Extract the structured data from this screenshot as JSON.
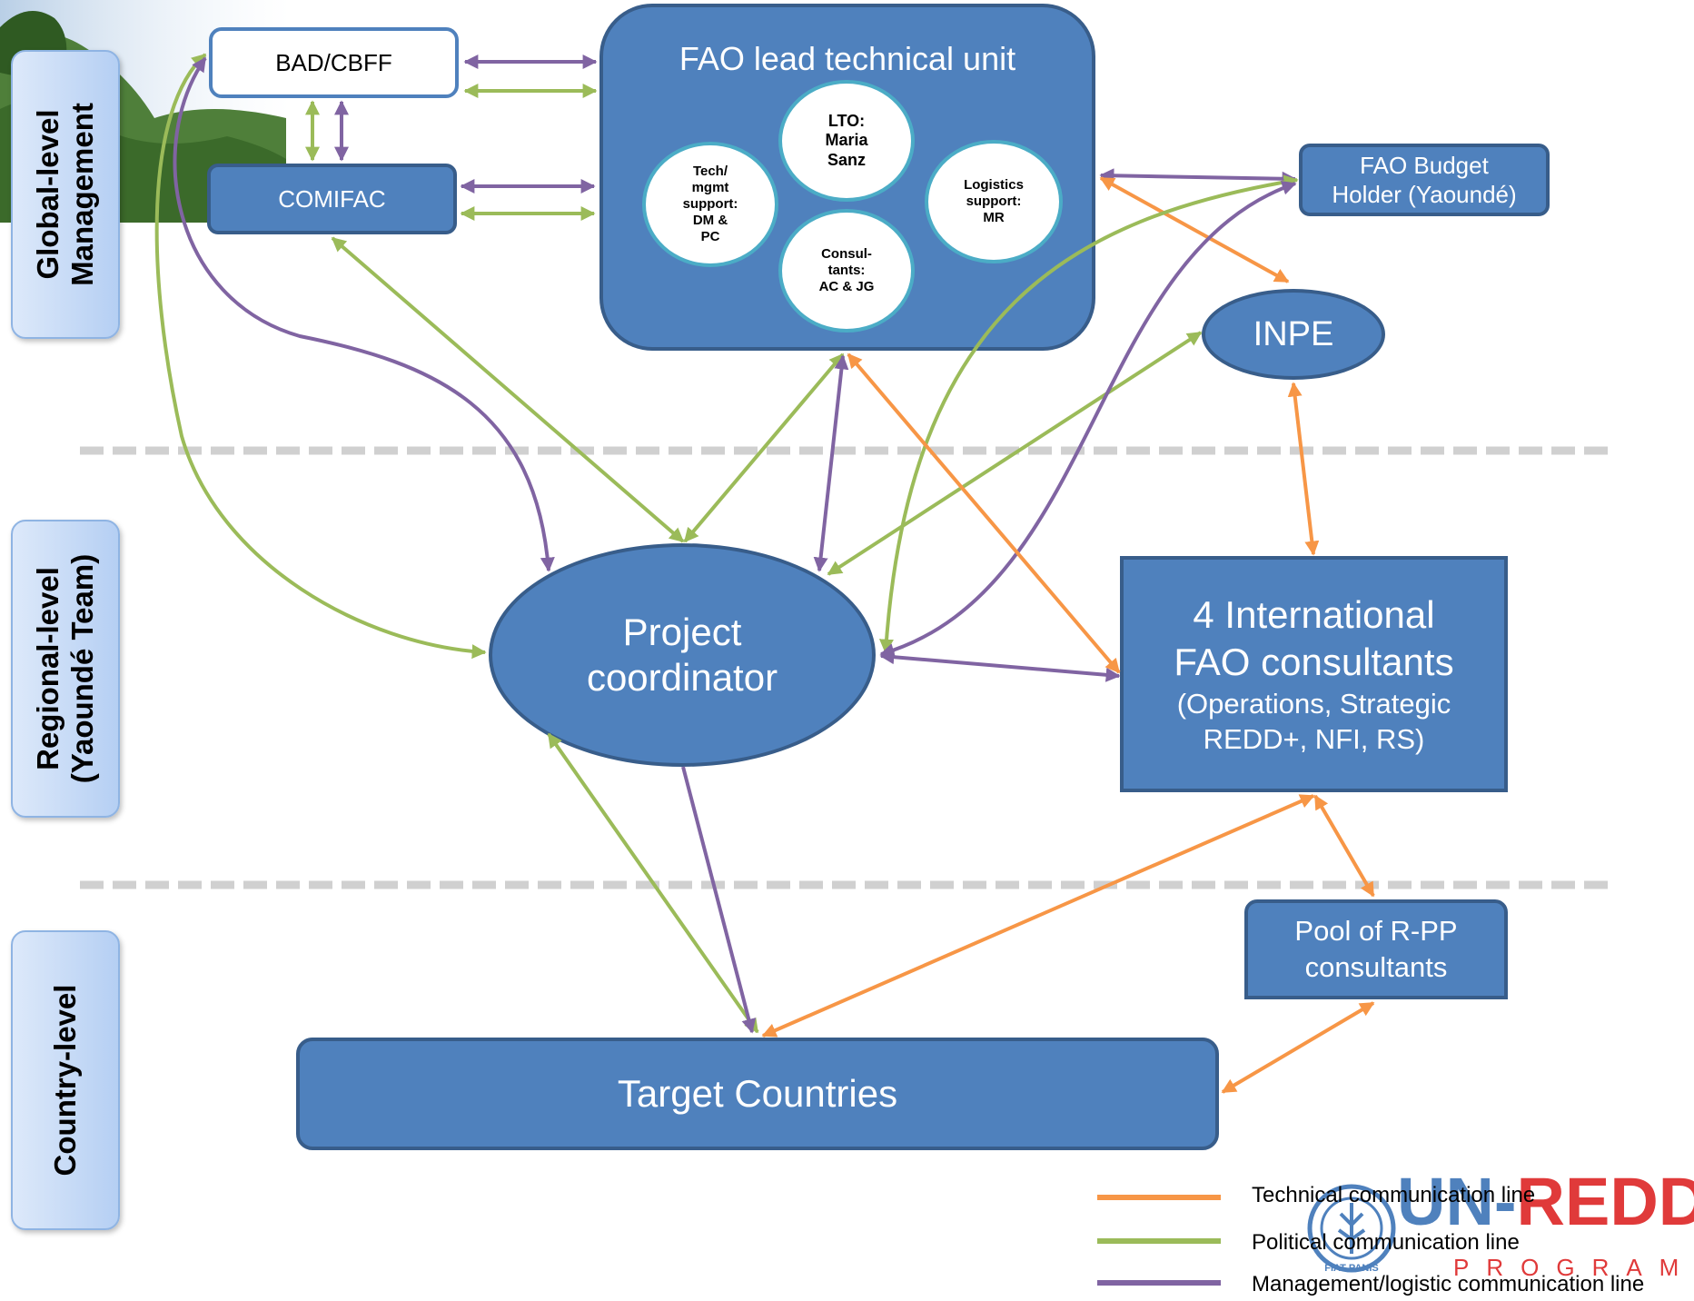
{
  "side_labels": {
    "global": [
      "Global-level",
      "Management"
    ],
    "regional": [
      "Regional-level",
      "(Yaoundé Team)"
    ],
    "country": "Country-level"
  },
  "nodes": {
    "bad_cbff": "BAD/CBFF",
    "comifac": "COMIFAC",
    "fao_unit": "FAO lead technical unit",
    "lto": [
      "LTO:",
      "Maria",
      "Sanz"
    ],
    "tech": [
      "Tech/",
      "mgmt",
      "support:",
      "DM &",
      "PC"
    ],
    "logistics": [
      "Logistics",
      "support:",
      "MR"
    ],
    "consultants": [
      "Consul-",
      "tants:",
      "AC & JG"
    ],
    "budget_holder": [
      "FAO Budget",
      "Holder (Yaoundé)"
    ],
    "inpe": "INPE",
    "project_coordinator": [
      "Project",
      "coordinator"
    ],
    "intl_consultants": [
      "4 International",
      "FAO consultants"
    ],
    "intl_consultants_sub": [
      "(Operations, Strategic",
      "REDD+, NFI, RS)"
    ],
    "pool": [
      "Pool of R-PP",
      "consultants"
    ],
    "target_countries": "Target Countries"
  },
  "legend": [
    {
      "label": "Technical communication line",
      "color": "#f79646"
    },
    {
      "label": "Political communication line",
      "color": "#9bbb59"
    },
    {
      "label": "Management/logistic communication line",
      "color": "#8064a2"
    }
  ],
  "logo": {
    "text_un": "UN-",
    "text_redd": "REDD",
    "subtitle": "PROGRAMME",
    "seal": "FIAT PANIS"
  },
  "colors": {
    "box_fill": "#4f81bd",
    "box_border": "#385d8a",
    "circle_border": "#4bacc6",
    "technical": "#f79646",
    "political": "#9bbb59",
    "management": "#8064a2",
    "divider": "#d0d0d0"
  }
}
